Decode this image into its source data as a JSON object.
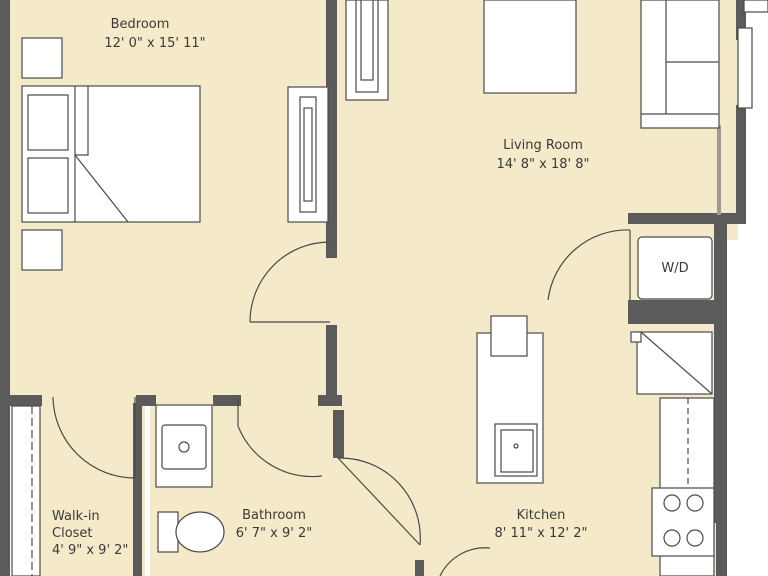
{
  "rooms": {
    "bedroom": {
      "name": "Bedroom",
      "size": "12' 0\" x 15' 11\""
    },
    "living": {
      "name": "Living Room",
      "size": "14' 8\" x 18' 8\""
    },
    "closet": {
      "name_line1": "Walk-in",
      "name_line2": "Closet",
      "size": "4' 9\" x 9' 2\""
    },
    "bathroom": {
      "name": "Bathroom",
      "size": "6' 7\" x 9' 2\""
    },
    "kitchen": {
      "name": "Kitchen",
      "size": "8' 11\" x 12' 2\""
    }
  },
  "fixtures": {
    "washer_dryer": "W/D"
  },
  "colors": {
    "floor": "#f4e9c8",
    "wall": "#5b5b5b",
    "line": "#4a4a4a",
    "furniture": "#ffffff"
  }
}
